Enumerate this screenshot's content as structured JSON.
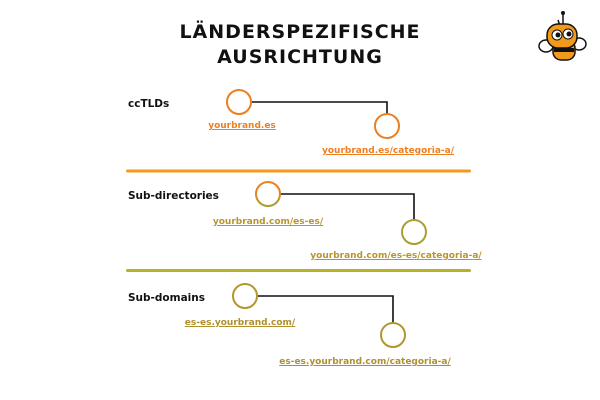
{
  "title": {
    "line1": "LÄNDERSPEZIFISCHE",
    "line2": "AUSRICHTUNG"
  },
  "colors": {
    "orange": "#ec7f22",
    "olive": "#b5b325",
    "gold": "#b8962a",
    "line": "#111111"
  },
  "rows": [
    {
      "label": "ccTLDs",
      "root_url": "yourbrand.es",
      "child_url": "yourbrand.es/categoria-a/"
    },
    {
      "label": "Sub-directories",
      "root_url": "yourbrand.com/es-es/",
      "child_url": "yourbrand.com/es-es/categoria-a/"
    },
    {
      "label": "Sub-domains",
      "root_url": "es-es.yourbrand.com/",
      "child_url": "es-es.yourbrand.com/categoria-a/"
    }
  ],
  "logo": {
    "icon": "bee-mascot-icon"
  }
}
